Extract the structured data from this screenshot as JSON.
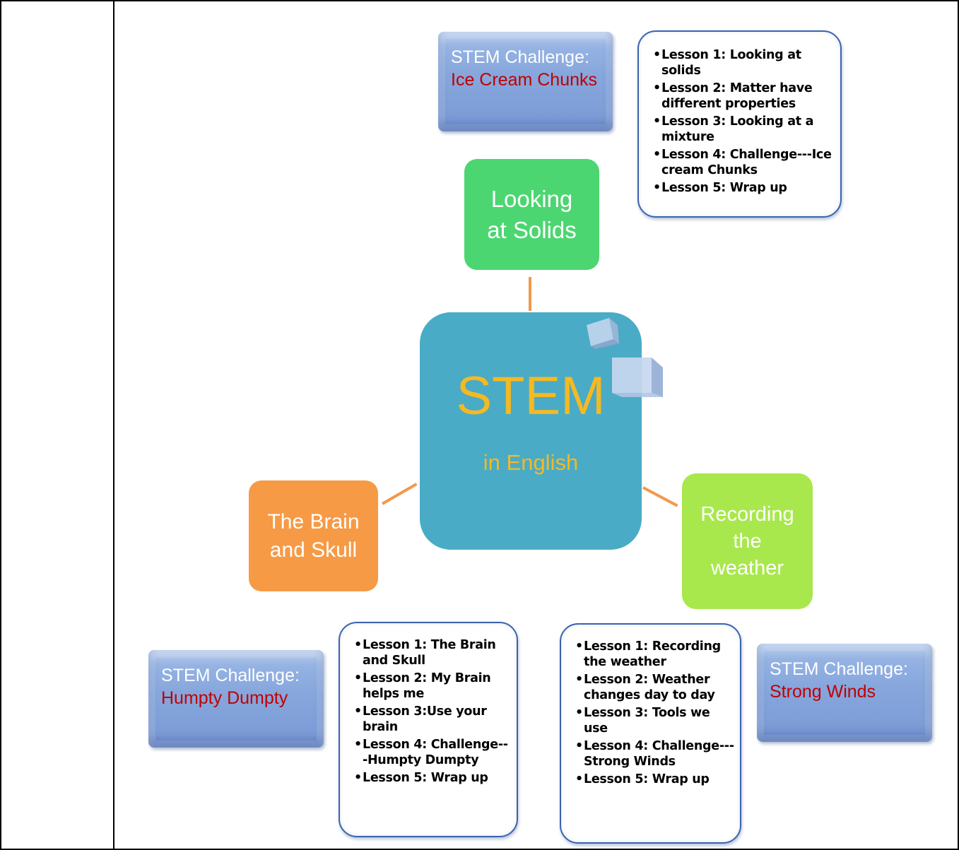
{
  "center": {
    "title": "STEM",
    "subtitle": "in English"
  },
  "topics": [
    {
      "id": "solids",
      "lines": [
        "Looking",
        "at Solids"
      ],
      "color": "#4cd671"
    },
    {
      "id": "brain",
      "lines": [
        "The Brain",
        "and Skull"
      ],
      "color": "#f79a45"
    },
    {
      "id": "weather",
      "lines": [
        "Recording",
        "the",
        "weather"
      ],
      "color": "#a8e84d"
    }
  ],
  "challenges": [
    {
      "label": "STEM Challenge:",
      "name": "Ice Cream Chunks"
    },
    {
      "label": "STEM Challenge:",
      "name": "Humpty Dumpty"
    },
    {
      "label": "STEM Challenge:",
      "name": "Strong Winds"
    }
  ],
  "lesson_lists": {
    "solids": [
      "Lesson 1: Looking at solids",
      "Lesson 2: Matter have different properties",
      "Lesson 3: Looking at a mixture",
      "Lesson 4: Challenge---Ice cream Chunks",
      "Lesson 5: Wrap up"
    ],
    "brain": [
      "Lesson 1: The Brain and Skull",
      "Lesson 2: My Brain helps me",
      "Lesson 3:Use your brain",
      "Lesson 4: Challenge---Humpty Dumpty",
      "Lesson 5: Wrap up"
    ],
    "weather": [
      "Lesson 1: Recording the weather",
      "Lesson 2: Weather changes day to day",
      "Lesson 3: Tools we use",
      "Lesson 4: Challenge---Strong Winds",
      "Lesson 5: Wrap up"
    ]
  },
  "colors": {
    "center": "#4aabc6",
    "center_text": "#f5b921",
    "connector": "#f2994a",
    "challenge_name": "#c00000",
    "frame": "#000000"
  }
}
